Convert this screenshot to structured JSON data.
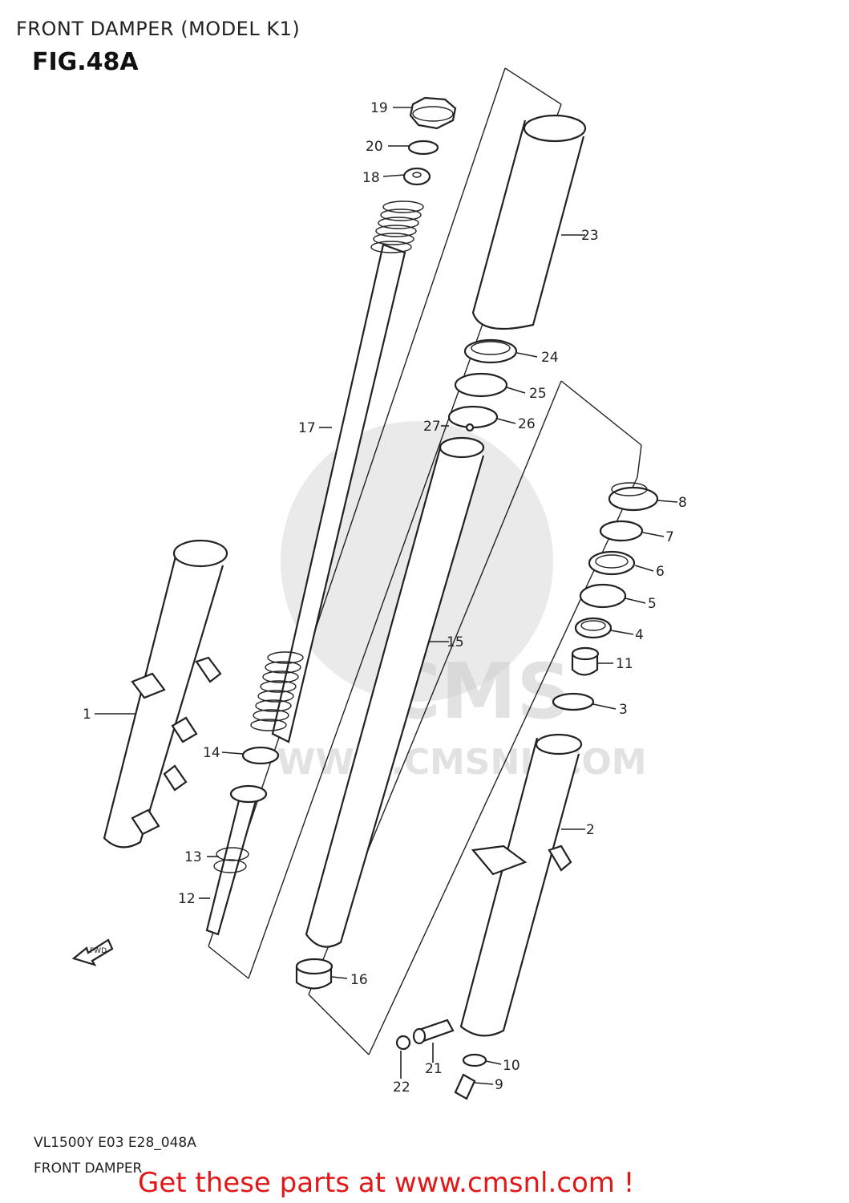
{
  "header": {
    "title": "FRONT DAMPER (MODEL K1)",
    "figure": "FIG.48A"
  },
  "footer": {
    "code": "VL1500Y E03 E28_048A",
    "name": "FRONT DAMPER",
    "cta": "Get these parts at www.cmsnl.com !"
  },
  "watermark": {
    "brand": "CMS",
    "url": "WWW.CMSNL.COM"
  },
  "fwd_label": "FWD",
  "parts": [
    "1",
    "2",
    "3",
    "4",
    "5",
    "6",
    "7",
    "8",
    "9",
    "10",
    "11",
    "12",
    "13",
    "14",
    "15",
    "16",
    "17",
    "18",
    "19",
    "20",
    "21",
    "22",
    "23",
    "24",
    "25",
    "26",
    "27"
  ],
  "colors": {
    "cta": "#e01818",
    "lines": "#222222",
    "watermark": "#d8d8d8"
  }
}
